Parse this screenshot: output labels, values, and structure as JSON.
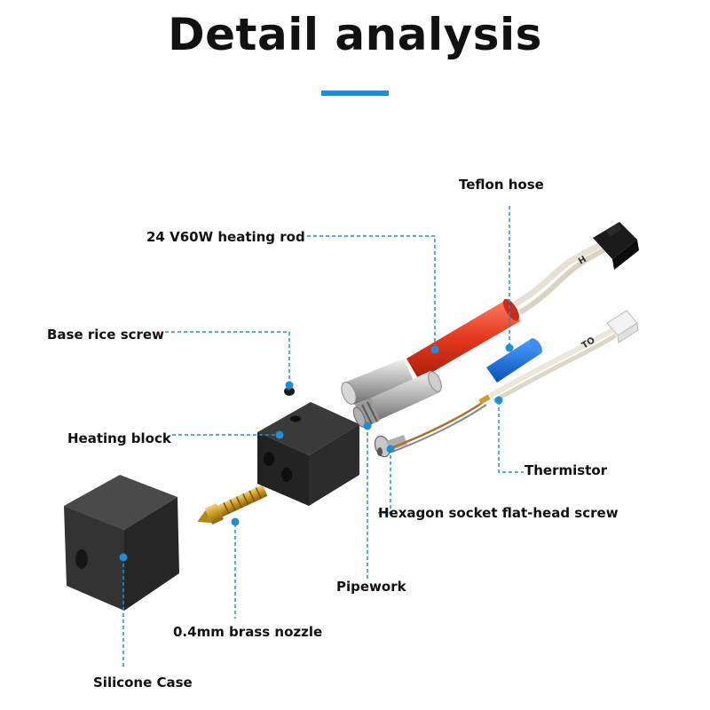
{
  "title": "Detail analysis",
  "accent_color": "#1e8fd6",
  "labels": {
    "teflon_hose": "Teflon hose",
    "heating_rod": "24 V60W heating rod",
    "base_rice_screw": "Base rice screw",
    "heating_block": "Heating block",
    "thermistor": "Thermistor",
    "hex_screw": "Hexagon socket flat-head screw",
    "pipework": "Pipework",
    "brass_nozzle": "0.4mm brass nozzle",
    "silicone_case": "Silicone Case"
  },
  "connector_labels": {
    "heater_plug": "H",
    "thermistor_plug": "TO"
  }
}
